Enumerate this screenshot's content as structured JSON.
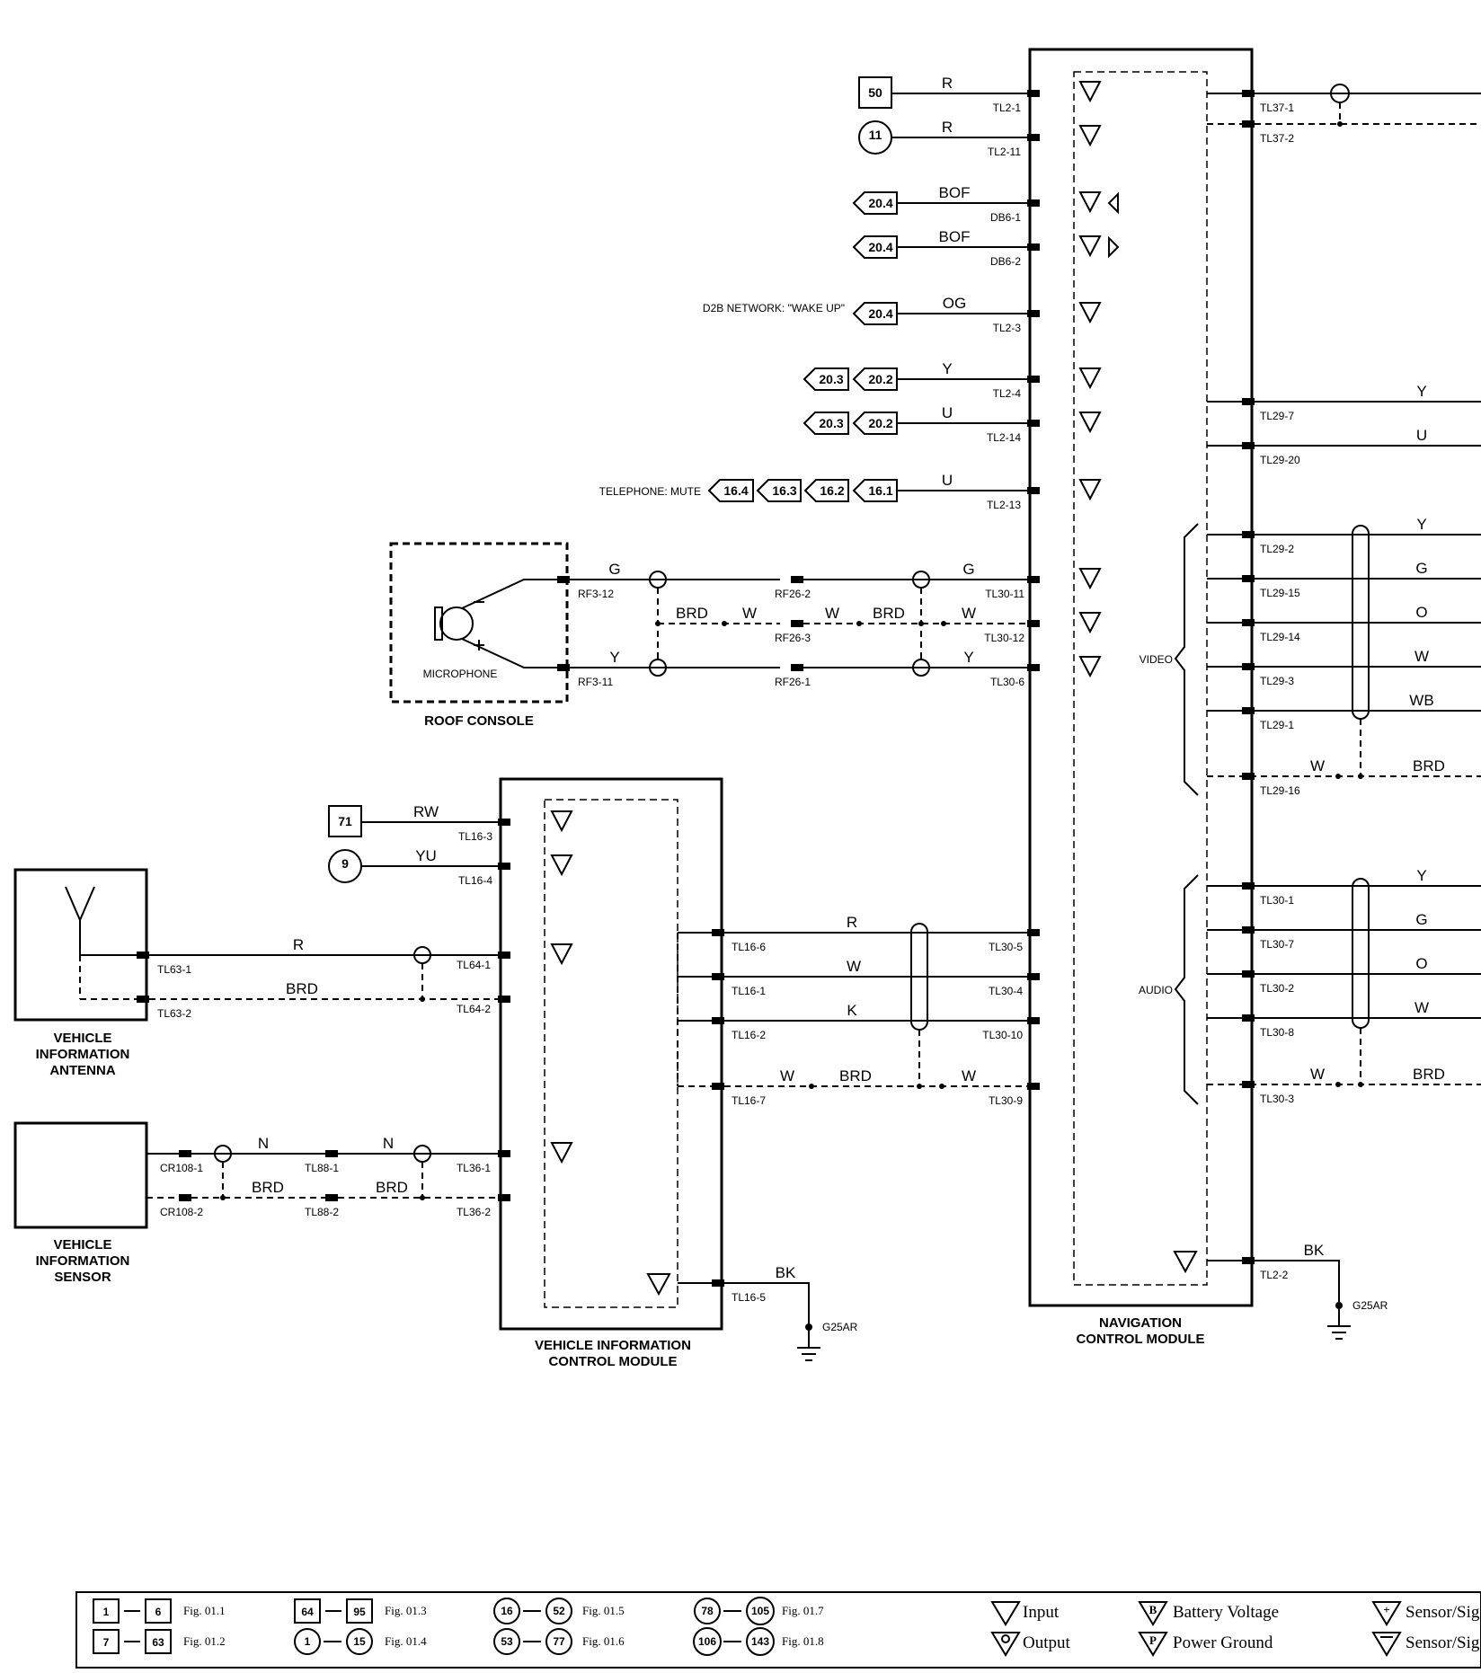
{
  "modules": {
    "navigation": "NAVIGATION CONTROL MODULE",
    "vehicle_info": "VEHICLE INFORMATION CONTROL MODULE",
    "roof_console": "ROOF CONSOLE",
    "microphone": "MICROPHONE",
    "antenna": "VEHICLE INFORMATION ANTENNA",
    "sensor": "VEHICLE INFORMATION SENSOR"
  },
  "nav_left_pins": [
    {
      "ref": "50",
      "wire": "R",
      "pin": "TL2-1"
    },
    {
      "ref": "11",
      "wire": "R",
      "pin": "TL2-11"
    },
    {
      "ref": "20.4",
      "wire": "BOF",
      "pin": "DB6-1"
    },
    {
      "ref": "20.4",
      "wire": "BOF",
      "pin": "DB6-2"
    },
    {
      "ref": "20.4",
      "wire": "OG",
      "pin": "TL2-3",
      "note": "D2B NETWORK: \"WAKE UP\""
    },
    {
      "refs": [
        "20.3",
        "20.2"
      ],
      "wire": "Y",
      "pin": "TL2-4"
    },
    {
      "refs": [
        "20.3",
        "20.2"
      ],
      "wire": "U",
      "pin": "TL2-14"
    },
    {
      "refs": [
        "16.4",
        "16.3",
        "16.2",
        "16.1"
      ],
      "wire": "U",
      "pin": "TL2-13",
      "note": "TELEPHONE: MUTE"
    }
  ],
  "mic_wires": [
    {
      "wire_a": "G",
      "pin_a": "RF3-12",
      "pin_mid": "RF26-2",
      "wire_b": "G",
      "pin_b": "TL30-11"
    },
    {
      "wire_a": "BRD",
      "wire_a2": "W",
      "pin_mid": "RF26-3",
      "wire_b": "W",
      "wire_b2": "BRD",
      "wire_b3": "W",
      "pin_b": "TL30-12"
    },
    {
      "wire_a": "Y",
      "pin_a": "RF3-11",
      "pin_mid": "RF26-1",
      "wire_b": "Y",
      "pin_b": "TL30-6"
    }
  ],
  "nav_right_pins": {
    "top": [
      {
        "pin": "TL37-1"
      },
      {
        "pin": "TL37-2"
      }
    ],
    "yu": [
      {
        "wire": "Y",
        "pin": "TL29-7"
      },
      {
        "wire": "U",
        "pin": "TL29-20"
      }
    ],
    "video_label": "VIDEO",
    "video": [
      {
        "wire": "Y",
        "pin": "TL29-2"
      },
      {
        "wire": "G",
        "pin": "TL29-15"
      },
      {
        "wire": "O",
        "pin": "TL29-14"
      },
      {
        "wire": "W",
        "pin": "TL29-3"
      },
      {
        "wire": "WB",
        "pin": "TL29-1"
      }
    ],
    "video_drain": {
      "wire": "W",
      "wire2": "BRD",
      "pin": "TL29-16"
    },
    "audio_label": "AUDIO",
    "audio": [
      {
        "wire": "Y",
        "pin": "TL30-1"
      },
      {
        "wire": "G",
        "pin": "TL30-7"
      },
      {
        "wire": "O",
        "pin": "TL30-2"
      },
      {
        "wire": "W",
        "pin": "TL30-8"
      }
    ],
    "audio_drain": {
      "wire": "W",
      "wire2": "BRD",
      "pin": "TL30-3"
    },
    "ground": {
      "wire": "BK",
      "pin": "TL2-2",
      "gnd": "G25AR"
    }
  },
  "vicm_left": [
    {
      "ref": "71",
      "wire": "RW",
      "pin": "TL16-3"
    },
    {
      "ref": "9",
      "wire": "YU",
      "pin": "TL16-4"
    }
  ],
  "antenna_wires": [
    {
      "pin_a": "TL63-1",
      "wire": "R",
      "pin_b": "TL64-1"
    },
    {
      "pin_a": "TL63-2",
      "wire": "BRD",
      "pin_b": "TL64-2"
    }
  ],
  "sensor_wires": [
    {
      "pin_a": "CR108-1",
      "wire": "N",
      "pin_mid": "TL88-1",
      "wire2": "N",
      "pin_b": "TL36-1"
    },
    {
      "pin_a": "CR108-2",
      "wire": "BRD",
      "pin_mid": "TL88-2",
      "wire2": "BRD",
      "pin_b": "TL36-2"
    }
  ],
  "vicm_nav_links": [
    {
      "pin_a": "TL16-6",
      "wire": "R",
      "pin_b": "TL30-5"
    },
    {
      "pin_a": "TL16-1",
      "wire": "W",
      "pin_b": "TL30-4"
    },
    {
      "pin_a": "TL16-2",
      "wire": "K",
      "pin_b": "TL30-10"
    },
    {
      "pin_a": "TL16-7",
      "wire": "W",
      "wire2": "BRD",
      "wire3": "W",
      "pin_b": "TL30-9"
    }
  ],
  "vicm_ground": {
    "wire": "BK",
    "pin": "TL16-5",
    "gnd": "G25AR"
  },
  "legend": {
    "ranges": [
      {
        "a": "1",
        "b": "6",
        "fig": "Fig. 01.1"
      },
      {
        "a": "7",
        "b": "63",
        "fig": "Fig. 01.2"
      },
      {
        "a": "64",
        "b": "95",
        "fig": "Fig. 01.3"
      },
      {
        "a": "1",
        "b": "15",
        "fig": "Fig. 01.4"
      },
      {
        "a": "16",
        "b": "52",
        "fig": "Fig. 01.5"
      },
      {
        "a": "53",
        "b": "77",
        "fig": "Fig. 01.6"
      },
      {
        "a": "78",
        "b": "105",
        "fig": "Fig. 01.7"
      },
      {
        "a": "106",
        "b": "143",
        "fig": "Fig. 01.8"
      }
    ],
    "symbols": {
      "input": "Input",
      "output": "Output",
      "battery": "Battery Voltage",
      "power_ground": "Power Ground",
      "sensor_plus": "Sensor/Sig",
      "sensor_minus": "Sensor/Sig"
    }
  }
}
